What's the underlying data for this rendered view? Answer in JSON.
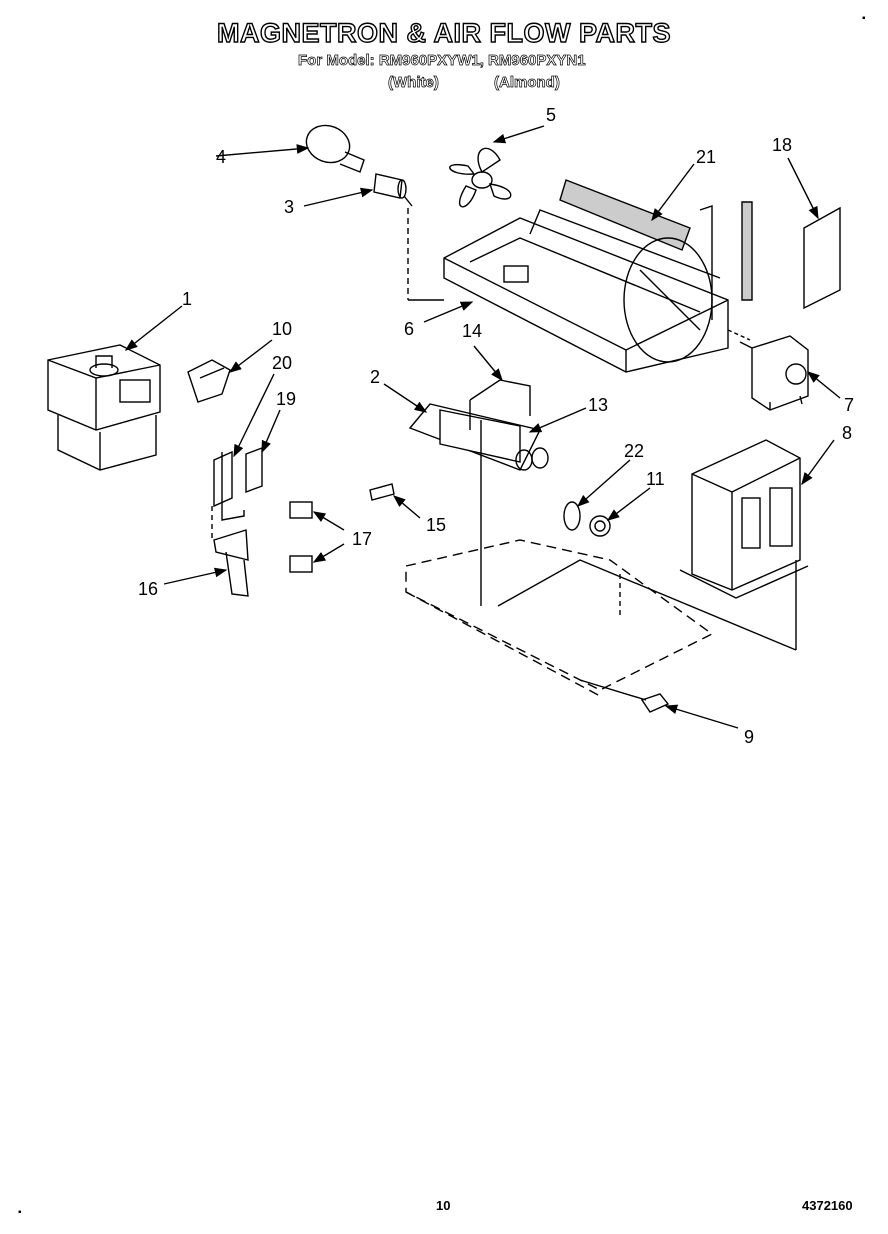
{
  "header": {
    "title": "MAGNETRON & AIR FLOW PARTS",
    "model_line": "For Model: RM960PXYW1, RM960PXYN1",
    "color_white": "(White)",
    "color_almond": "(Almond)"
  },
  "callouts": {
    "c1": "1",
    "c2": "2",
    "c3": "3",
    "c4": "4",
    "c5": "5",
    "c6": "6",
    "c7": "7",
    "c8": "8",
    "c9": "9",
    "c10": "10",
    "c11": "11",
    "c13": "13",
    "c14": "14",
    "c15": "15",
    "c16": "16",
    "c17": "17",
    "c18": "18",
    "c19": "19",
    "c20": "20",
    "c21": "21",
    "c22": "22"
  },
  "footer": {
    "page_number": "10",
    "doc_number": "4372160"
  }
}
